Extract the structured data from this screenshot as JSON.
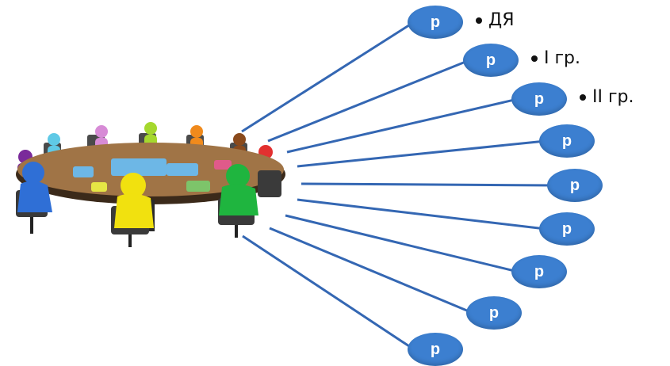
{
  "nodes": [
    {
      "label": "р",
      "tag": "ДЯ"
    },
    {
      "label": "р",
      "tag": "I гр."
    },
    {
      "label": "р",
      "tag": "II гр."
    },
    {
      "label": "р",
      "tag": ""
    },
    {
      "label": "р",
      "tag": ""
    },
    {
      "label": "р",
      "tag": ""
    },
    {
      "label": "р",
      "tag": ""
    },
    {
      "label": "р",
      "tag": ""
    },
    {
      "label": "р",
      "tag": ""
    }
  ],
  "colors": {
    "node": "#3c7fd0",
    "line": "#3467b3"
  },
  "illustration": "round-table-meeting"
}
